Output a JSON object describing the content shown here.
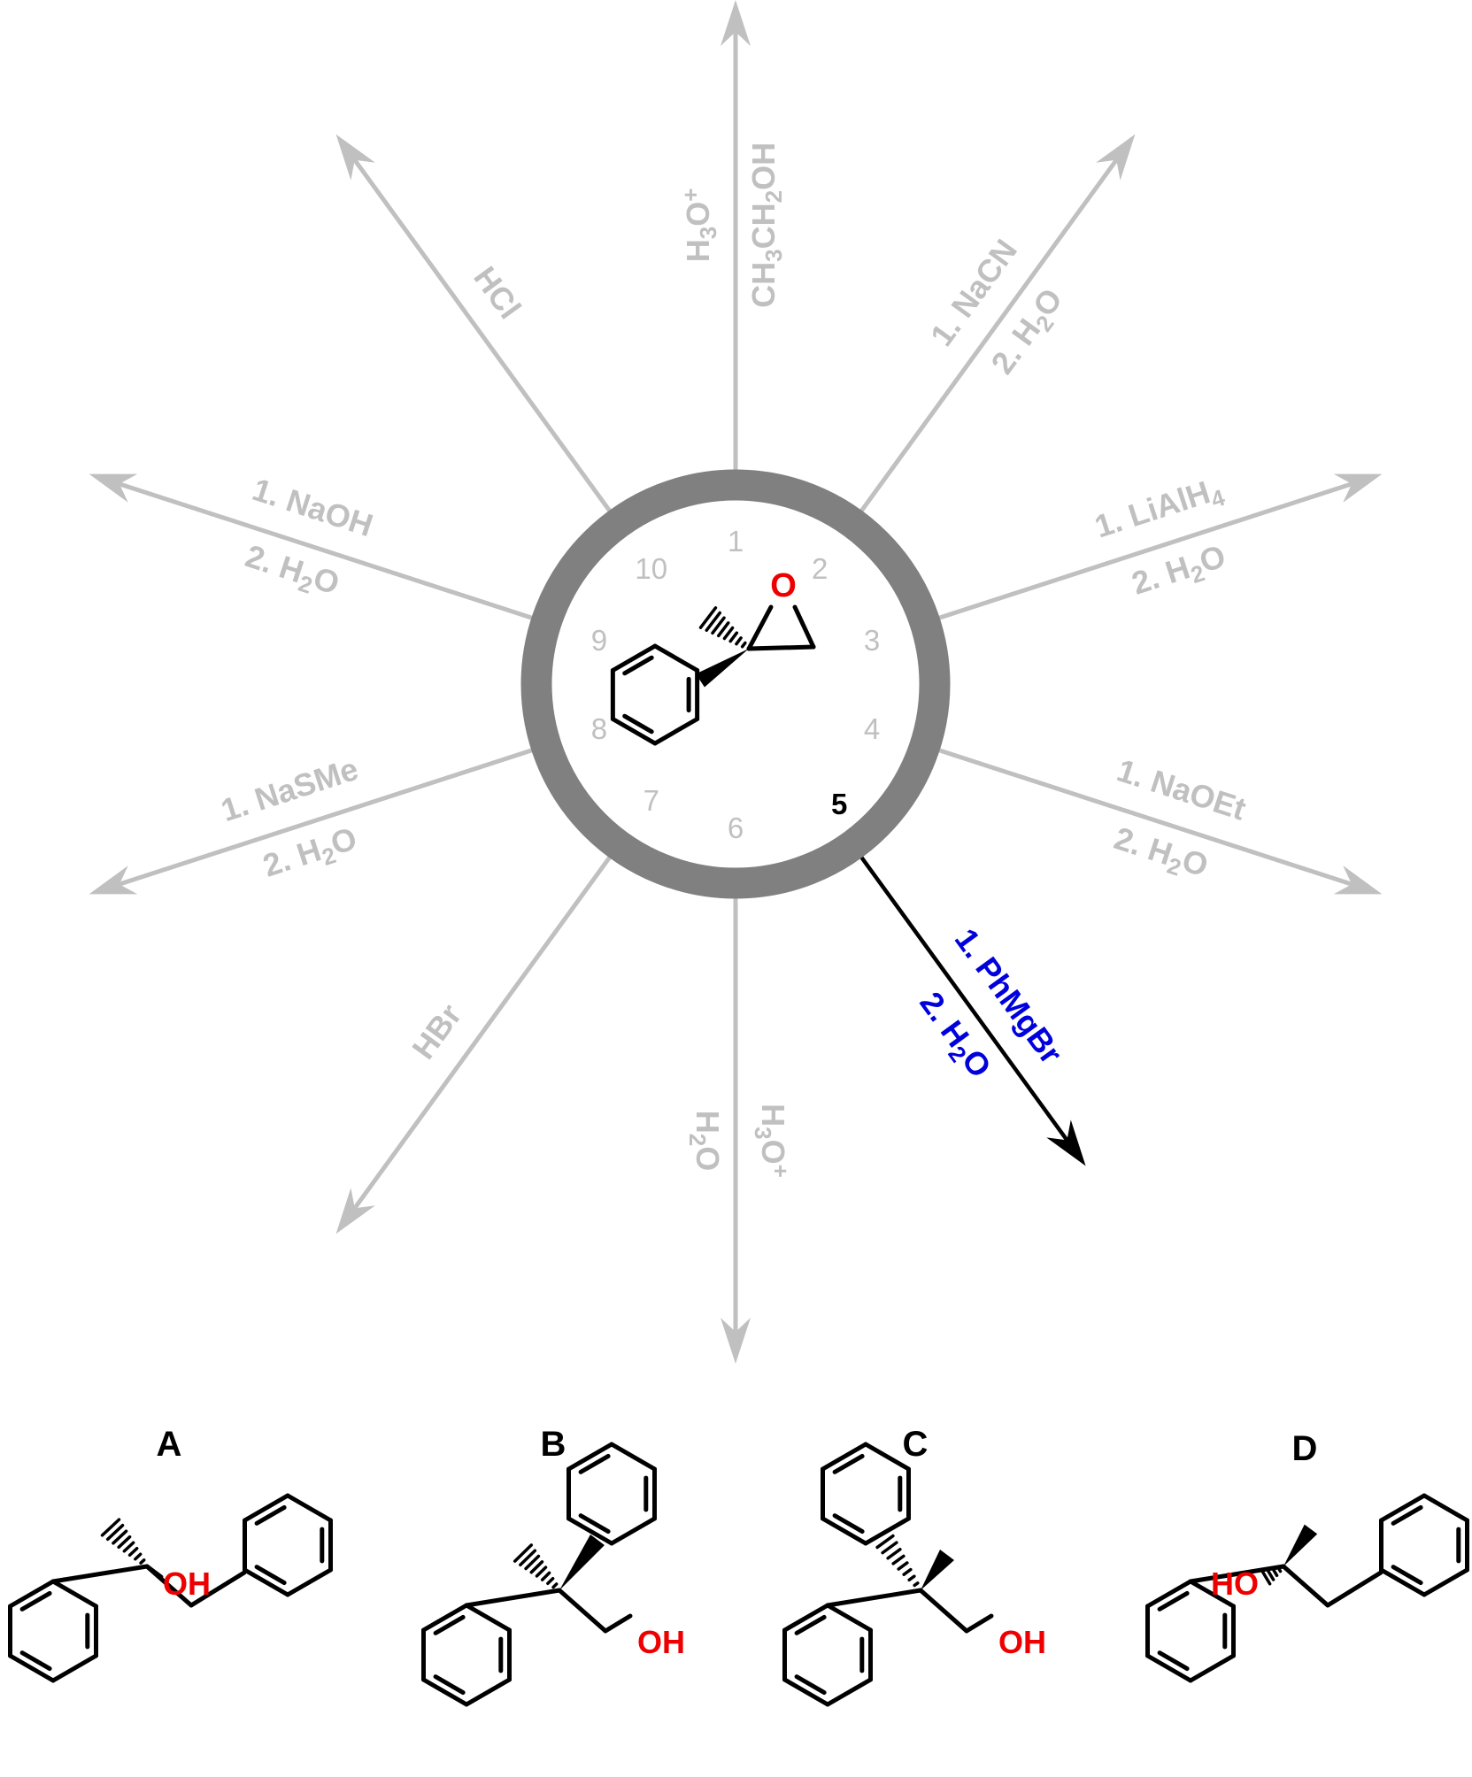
{
  "colors": {
    "inactive": "#c0c0c0",
    "active": "#000000",
    "active_label": "#0000dd",
    "ring": "#808080",
    "oxygen": "#ee0000",
    "bond": "#000000"
  },
  "center_molecule": {
    "atom_o": "O"
  },
  "selected_number": "5",
  "reactions": [
    {
      "number": "1",
      "lines": [
        {
          "segs": [
            {
              "t": "H"
            },
            {
              "t": "3",
              "s": "sub"
            },
            {
              "t": "O"
            },
            {
              "t": "+",
              "s": "sup"
            }
          ]
        },
        {
          "segs": [
            {
              "t": "CH"
            },
            {
              "t": "3",
              "s": "sub"
            },
            {
              "t": "CH"
            },
            {
              "t": "2",
              "s": "sub"
            },
            {
              "t": "OH"
            }
          ]
        }
      ]
    },
    {
      "number": "2",
      "lines": [
        {
          "segs": [
            {
              "t": "1. NaCN"
            }
          ]
        },
        {
          "segs": [
            {
              "t": "2. H"
            },
            {
              "t": "2",
              "s": "sub"
            },
            {
              "t": "O"
            }
          ]
        }
      ]
    },
    {
      "number": "3",
      "lines": [
        {
          "segs": [
            {
              "t": "1. LiAlH"
            },
            {
              "t": "4",
              "s": "sub"
            }
          ]
        },
        {
          "segs": [
            {
              "t": "2. H"
            },
            {
              "t": "2",
              "s": "sub"
            },
            {
              "t": "O"
            }
          ]
        }
      ]
    },
    {
      "number": "4",
      "lines": [
        {
          "segs": [
            {
              "t": "1. NaOEt"
            }
          ]
        },
        {
          "segs": [
            {
              "t": "2. H"
            },
            {
              "t": "2",
              "s": "sub"
            },
            {
              "t": "O"
            }
          ]
        }
      ]
    },
    {
      "number": "5",
      "lines": [
        {
          "segs": [
            {
              "t": "1. PhMgBr"
            }
          ]
        },
        {
          "segs": [
            {
              "t": "2. H"
            },
            {
              "t": "2",
              "s": "sub"
            },
            {
              "t": "O"
            }
          ]
        }
      ]
    },
    {
      "number": "6",
      "lines": [
        {
          "segs": [
            {
              "t": "H"
            },
            {
              "t": "3",
              "s": "sub"
            },
            {
              "t": "O"
            },
            {
              "t": "+",
              "s": "sup"
            }
          ]
        },
        {
          "segs": [
            {
              "t": "H"
            },
            {
              "t": "2",
              "s": "sub"
            },
            {
              "t": "O"
            }
          ]
        }
      ]
    },
    {
      "number": "7",
      "lines": [
        {
          "segs": [
            {
              "t": "HBr"
            }
          ]
        }
      ]
    },
    {
      "number": "8",
      "lines": [
        {
          "segs": [
            {
              "t": "1. NaSMe"
            }
          ]
        },
        {
          "segs": [
            {
              "t": "2. H"
            },
            {
              "t": "2",
              "s": "sub"
            },
            {
              "t": "O"
            }
          ]
        }
      ]
    },
    {
      "number": "9",
      "lines": [
        {
          "segs": [
            {
              "t": "1. NaOH"
            }
          ]
        },
        {
          "segs": [
            {
              "t": "2. H"
            },
            {
              "t": "2",
              "s": "sub"
            },
            {
              "t": "O"
            }
          ]
        }
      ]
    },
    {
      "number": "10",
      "lines": [
        {
          "segs": [
            {
              "t": "HCl"
            }
          ]
        }
      ]
    }
  ],
  "answers": [
    {
      "letter": "A",
      "group": "OH"
    },
    {
      "letter": "B",
      "group": "OH"
    },
    {
      "letter": "C",
      "group": "OH"
    },
    {
      "letter": "D",
      "group": "HO"
    }
  ]
}
